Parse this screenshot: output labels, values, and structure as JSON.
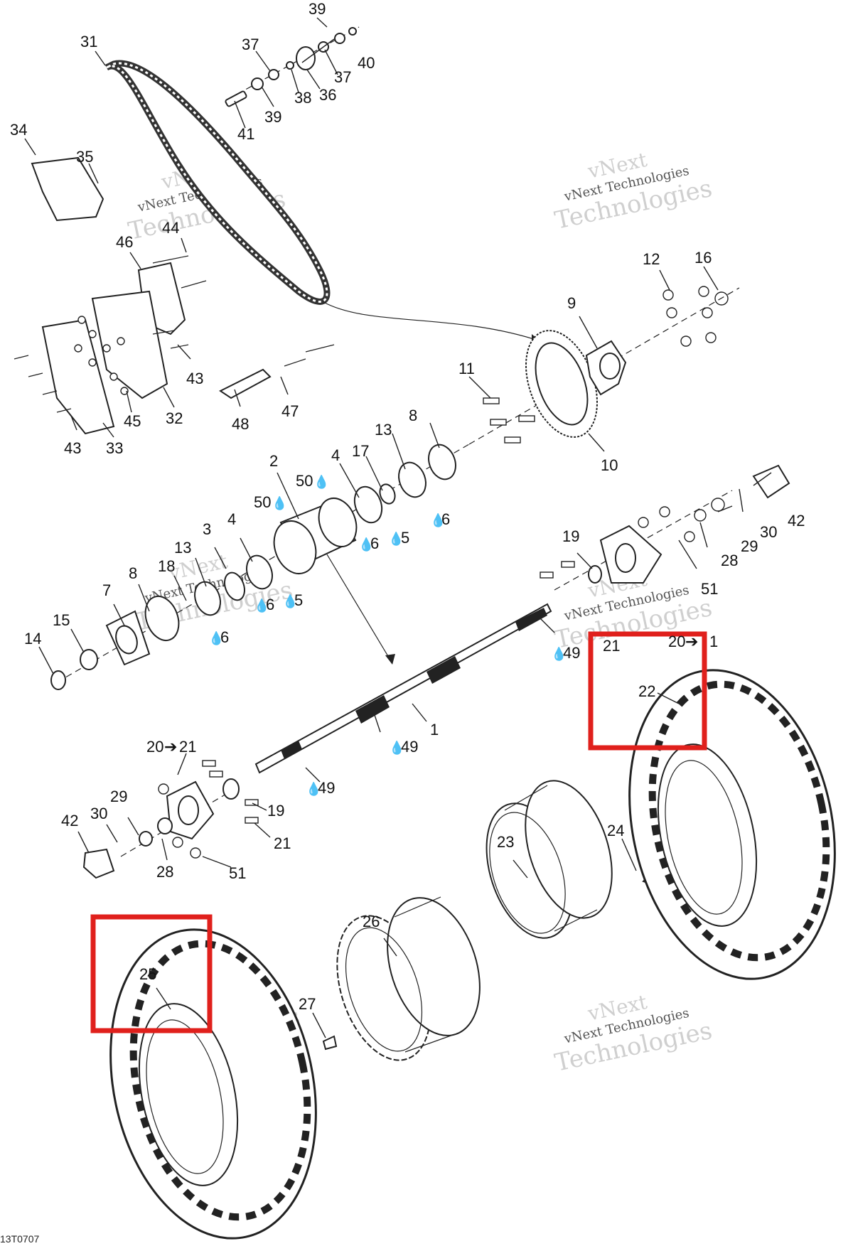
{
  "figure_code": "13T0707",
  "watermark": {
    "line1": "vNext",
    "line2": "vNext Technologies",
    "line3": "Technologies"
  },
  "lubricant_symbol": "💧",
  "colors": {
    "highlight": "#e0201c",
    "ink": "#222222",
    "watermark": "#cfcfcf"
  },
  "callouts": [
    {
      "id": "c39a",
      "text": "39"
    },
    {
      "id": "c31",
      "text": "31"
    },
    {
      "id": "c37a",
      "text": "37"
    },
    {
      "id": "c40",
      "text": "40"
    },
    {
      "id": "c37b",
      "text": "37"
    },
    {
      "id": "c36",
      "text": "36"
    },
    {
      "id": "c38",
      "text": "38"
    },
    {
      "id": "c39b",
      "text": "39"
    },
    {
      "id": "c41",
      "text": "41"
    },
    {
      "id": "c34",
      "text": "34"
    },
    {
      "id": "c35",
      "text": "35"
    },
    {
      "id": "c46",
      "text": "46"
    },
    {
      "id": "c44",
      "text": "44"
    },
    {
      "id": "c12",
      "text": "12"
    },
    {
      "id": "c16",
      "text": "16"
    },
    {
      "id": "c9",
      "text": "9"
    },
    {
      "id": "c43a",
      "text": "43"
    },
    {
      "id": "c32",
      "text": "32"
    },
    {
      "id": "c45",
      "text": "45"
    },
    {
      "id": "c43b",
      "text": "43"
    },
    {
      "id": "c33",
      "text": "33"
    },
    {
      "id": "c48",
      "text": "48"
    },
    {
      "id": "c47",
      "text": "47"
    },
    {
      "id": "c11",
      "text": "11"
    },
    {
      "id": "c10",
      "text": "10"
    },
    {
      "id": "c8a",
      "text": "8"
    },
    {
      "id": "c13a",
      "text": "13"
    },
    {
      "id": "c17",
      "text": "17"
    },
    {
      "id": "c4a",
      "text": "4"
    },
    {
      "id": "c2",
      "text": "2"
    },
    {
      "id": "c50a",
      "text": "50"
    },
    {
      "id": "c50b",
      "text": "50"
    },
    {
      "id": "c6a",
      "text": "6"
    },
    {
      "id": "c6b",
      "text": "6"
    },
    {
      "id": "c5a",
      "text": "5"
    },
    {
      "id": "c42a",
      "text": "42"
    },
    {
      "id": "c30a",
      "text": "30"
    },
    {
      "id": "c29a",
      "text": "29"
    },
    {
      "id": "c28a",
      "text": "28"
    },
    {
      "id": "c19a",
      "text": "19"
    },
    {
      "id": "c51a",
      "text": "51"
    },
    {
      "id": "c3",
      "text": "3"
    },
    {
      "id": "c4b",
      "text": "4"
    },
    {
      "id": "c13b",
      "text": "13"
    },
    {
      "id": "c18",
      "text": "18"
    },
    {
      "id": "c8b",
      "text": "8"
    },
    {
      "id": "c7",
      "text": "7"
    },
    {
      "id": "c6c",
      "text": "6"
    },
    {
      "id": "c5b",
      "text": "5"
    },
    {
      "id": "c6d",
      "text": "6"
    },
    {
      "id": "c15",
      "text": "15"
    },
    {
      "id": "c14",
      "text": "14"
    },
    {
      "id": "c49a",
      "text": "49"
    },
    {
      "id": "c21a",
      "text": "21"
    },
    {
      "id": "c20a",
      "text": "20"
    },
    {
      "id": "c21b",
      "text": "1"
    },
    {
      "id": "c22",
      "text": "22"
    },
    {
      "id": "c1",
      "text": "1"
    },
    {
      "id": "c49b",
      "text": "49"
    },
    {
      "id": "c20b",
      "text": "20"
    },
    {
      "id": "c21c",
      "text": "21"
    },
    {
      "id": "c49c",
      "text": "49"
    },
    {
      "id": "c42b",
      "text": "42"
    },
    {
      "id": "c29b",
      "text": "29"
    },
    {
      "id": "c30b",
      "text": "30"
    },
    {
      "id": "c19b",
      "text": "19"
    },
    {
      "id": "c21d",
      "text": "21"
    },
    {
      "id": "c28b",
      "text": "28"
    },
    {
      "id": "c51b",
      "text": "51"
    },
    {
      "id": "c23",
      "text": "23"
    },
    {
      "id": "c24",
      "text": "24"
    },
    {
      "id": "c26",
      "text": "26"
    },
    {
      "id": "c25",
      "text": "25"
    },
    {
      "id": "c27",
      "text": "27"
    }
  ],
  "arrow_glyph": "➔"
}
